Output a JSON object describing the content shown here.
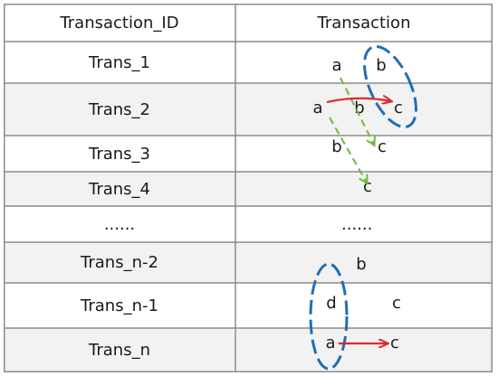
{
  "headers": {
    "id": "Transaction_ID",
    "transaction": "Transaction"
  },
  "rows": [
    {
      "id": "Trans_1"
    },
    {
      "id": "Trans_2"
    },
    {
      "id": "Trans_3"
    },
    {
      "id": "Trans_4"
    },
    {
      "id": "......",
      "transaction": "......"
    },
    {
      "id": "Trans_n-2"
    },
    {
      "id": "Trans_n-1"
    },
    {
      "id": "Trans_n"
    }
  ],
  "items": {
    "t1_a": "a",
    "t1_b": "b",
    "t2_a": "a",
    "t2_b": "b",
    "t2_c": "c",
    "t3_b": "b",
    "t3_c": "c",
    "t4_c": "c",
    "tn2_b": "b",
    "tn1_d": "d",
    "tn1_c": "c",
    "tn_a": "a",
    "tn_c": "c"
  },
  "colors": {
    "border": "#8c8c8c",
    "shade": "#f2f2f2",
    "blue_ellipse": "#1f6fb5",
    "red_arrow": "#e0282e",
    "green_arrow": "#6dba3a"
  }
}
